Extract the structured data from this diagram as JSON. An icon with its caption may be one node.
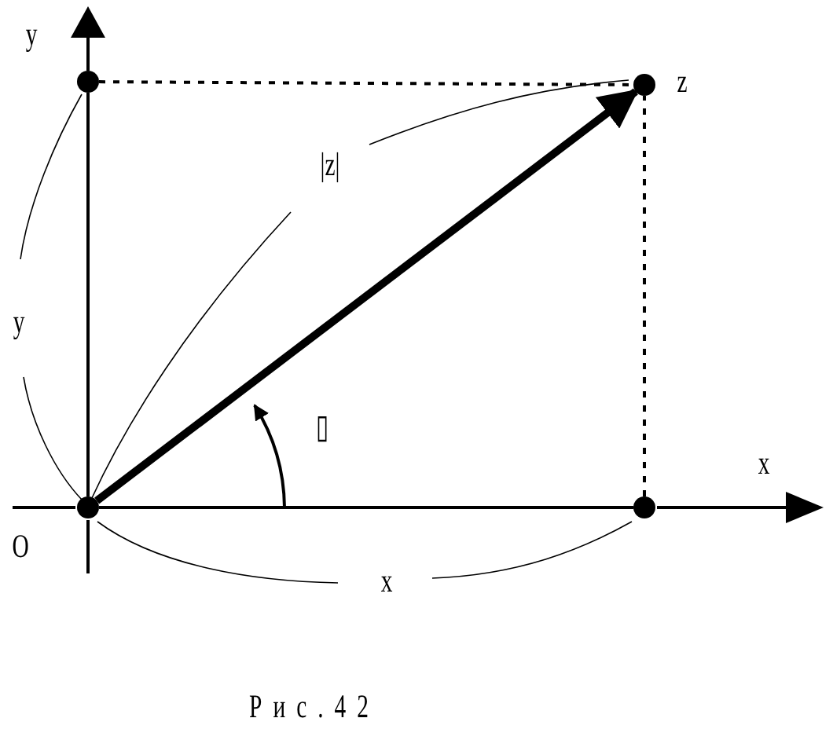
{
  "diagram": {
    "caption": "Рис.42",
    "nodes": [
      {
        "text": [],
        "shape": "circle",
        "beside": [
          "O"
        ]
      },
      {
        "text": [],
        "shape": "circle"
      },
      {
        "text": [],
        "shape": "circle",
        "beside": [
          "z"
        ]
      },
      {
        "text": [],
        "shape": "circle"
      }
    ],
    "edges": [
      {
        "from": 0,
        "to": 2,
        "arrow": "to",
        "style": "thick"
      },
      {
        "from": 1,
        "to": 2,
        "arrow": "none",
        "style": "dashed"
      },
      {
        "from": 3,
        "to": 2,
        "arrow": "none",
        "style": "dashed"
      },
      {
        "from": 0,
        "to": 1,
        "arrow": "none"
      },
      {
        "from": 0,
        "to": 3,
        "arrow": "none"
      }
    ],
    "labels": [
      "y",
      "|z|",
      "y",
      "▯",
      "x",
      "x"
    ]
  }
}
